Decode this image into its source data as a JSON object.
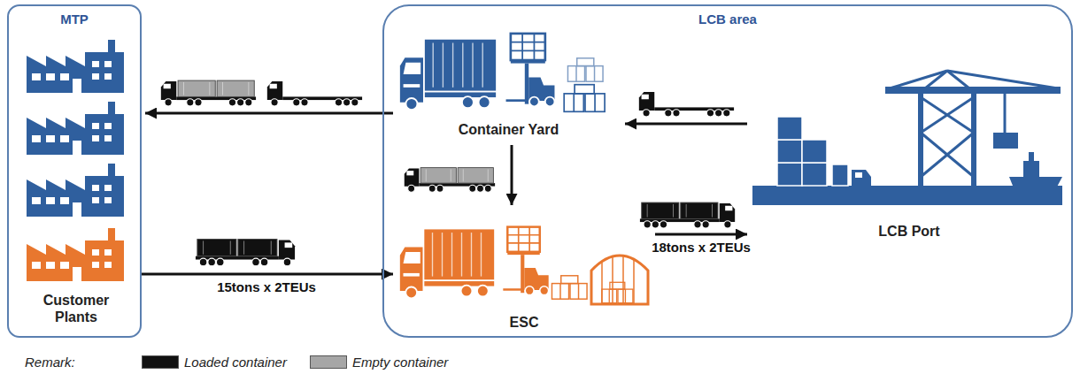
{
  "diagram": {
    "nodes": [
      {
        "text": [
          "MTP"
        ]
      },
      {
        "text": [
          "Customer Plants"
        ],
        "in": 0
      },
      {
        "text": [
          "LCB area"
        ]
      },
      {
        "text": [
          "Container Yard"
        ],
        "in": 2
      },
      {
        "text": [
          "ESC"
        ],
        "in": 2
      },
      {
        "text": [
          "LCB Port"
        ],
        "in": 2
      }
    ],
    "edges": [
      {
        "from": 3,
        "to": 0,
        "arrow": "to"
      },
      {
        "from": 5,
        "to": 3,
        "arrow": "to"
      },
      {
        "from": 3,
        "to": 4,
        "arrow": "to"
      },
      {
        "from": 1,
        "to": 4,
        "arrow": "to",
        "label": "15tons x 2TEUs"
      },
      {
        "from": 4,
        "to": 5,
        "arrow": "to",
        "label": "18tons x 2TEUs"
      }
    ],
    "labels": [
      "Remark:"
    ],
    "legend": [
      {
        "text": "Loaded container",
        "color": "#111111"
      },
      {
        "text": "Empty container",
        "color": "#a6a6a6"
      }
    ]
  }
}
